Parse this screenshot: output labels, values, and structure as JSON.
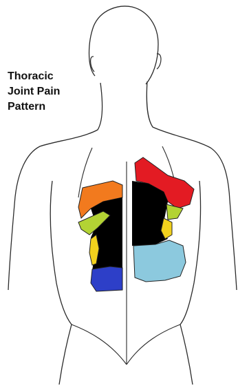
{
  "title": {
    "line1": "Thoracic",
    "line2": "Joint Pain",
    "line3": "Pattern"
  },
  "colors": {
    "outline": "#2a2a2a",
    "skin": "#ffffff",
    "orange": "#f27a1e",
    "yellow_green": "#b3d334",
    "yellow": "#f2d11d",
    "blue": "#2d3fc8",
    "black": "#000000",
    "red": "#e31b23",
    "light_blue": "#8cc9de"
  }
}
